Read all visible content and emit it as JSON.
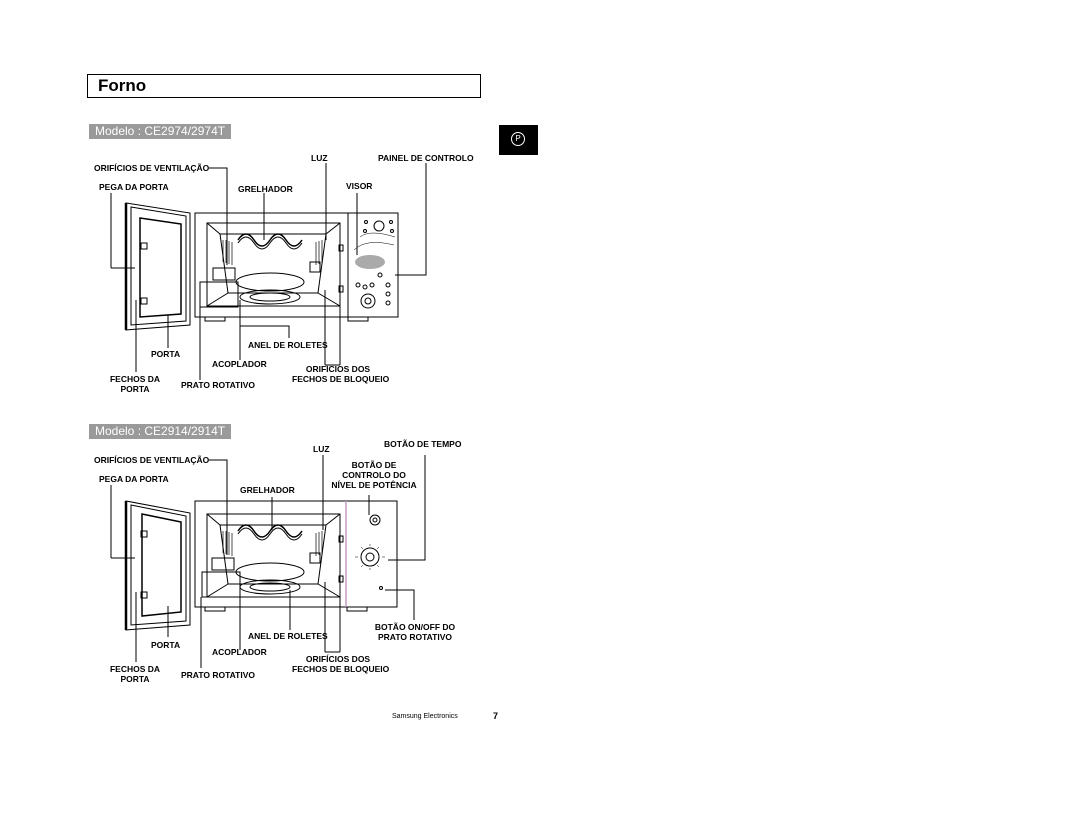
{
  "page": {
    "title": "Forno",
    "section_tab": "P",
    "footer_brand": "Samsung Electronics",
    "page_number": "7"
  },
  "model1": {
    "heading": "Modelo : CE2974/2974T",
    "labels": {
      "vent": "ORIFÍCIOS DE VENTILAÇÃO",
      "handle": "PEGA DA PORTA",
      "light": "LUZ",
      "panel": "PAINEL DE CONTROLO",
      "grill": "GRELHADOR",
      "display": "VISOR",
      "roller": "ANEL DE ROLETES",
      "door": "PORTA",
      "coupler": "ACOPLADOR",
      "interlock_holes_1": "ORIFÍCIOS DOS",
      "interlock_holes_2": "FECHOS DE BLOQUEIO",
      "door_latches_1": "FECHOS DA",
      "door_latches_2": "PORTA",
      "turntable": "PRATO ROTATIVO"
    }
  },
  "model2": {
    "heading": "Modelo : CE2914/2914T",
    "labels": {
      "vent": "ORIFÍCIOS DE VENTILAÇÃO",
      "handle": "PEGA DA PORTA",
      "light": "LUZ",
      "timer": "BOTÃO DE TEMPO",
      "power_1": "BOTÃO DE",
      "power_2": "CONTROLO DO",
      "power_3": "NÍVEL DE POTÊNCIA",
      "grill": "GRELHADOR",
      "roller": "ANEL DE ROLETES",
      "turntable_switch_1": "BOTÃO ON/OFF DO",
      "turntable_switch_2": "PRATO ROTATIVO",
      "door": "PORTA",
      "coupler": "ACOPLADOR",
      "interlock_holes_1": "ORIFÍCIOS DOS",
      "interlock_holes_2": "FECHOS DE BLOQUEIO",
      "door_latches_1": "FECHOS DA",
      "door_latches_2": "PORTA",
      "turntable": "PRATO ROTATIVO"
    }
  }
}
